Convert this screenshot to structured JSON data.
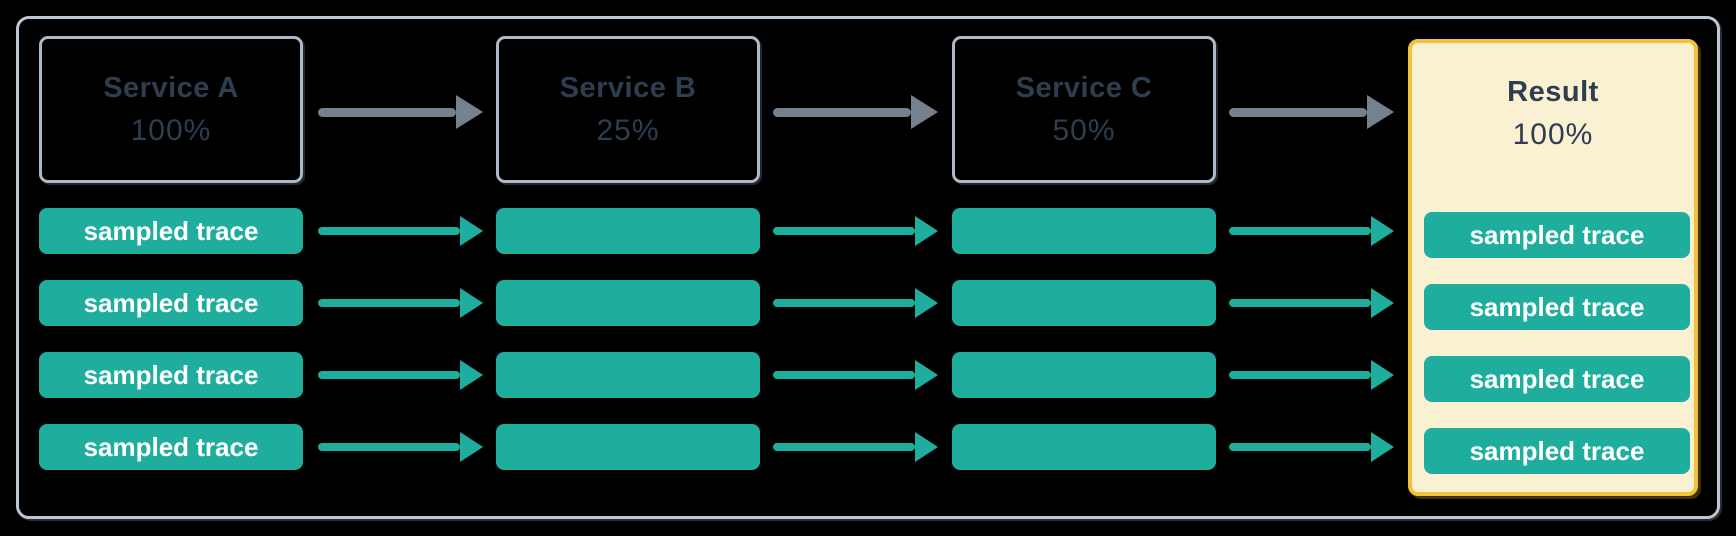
{
  "diagram": {
    "description": "Head sampling flow across services",
    "trace_label": "sampled trace"
  },
  "nodes": [
    {
      "id": "service-a",
      "label": "Service A",
      "value": "100%"
    },
    {
      "id": "service-b",
      "label": "Service B",
      "value": "25%"
    },
    {
      "id": "service-c",
      "label": "Service C",
      "value": "50%"
    },
    {
      "id": "result",
      "label": "Result",
      "value": "100%"
    }
  ],
  "trace_rows": {
    "service_a": [
      "sampled trace",
      "sampled trace",
      "sampled trace",
      "sampled trace"
    ],
    "service_b": [
      "",
      "",
      "",
      ""
    ],
    "service_c": [
      "",
      "",
      "",
      ""
    ],
    "result": [
      "sampled trace",
      "sampled trace",
      "sampled trace",
      "sampled trace"
    ]
  },
  "colors": {
    "background": "#000000",
    "frame_border": "#bdc6d3",
    "node_border": "#aeb9c7",
    "node_text": "#2e3d4f",
    "arrow_gray": "#75818f",
    "trace_teal": "#1fae9e",
    "trace_text": "#ffffff",
    "result_background": "#faf0d2",
    "result_border": "#f2c237"
  }
}
